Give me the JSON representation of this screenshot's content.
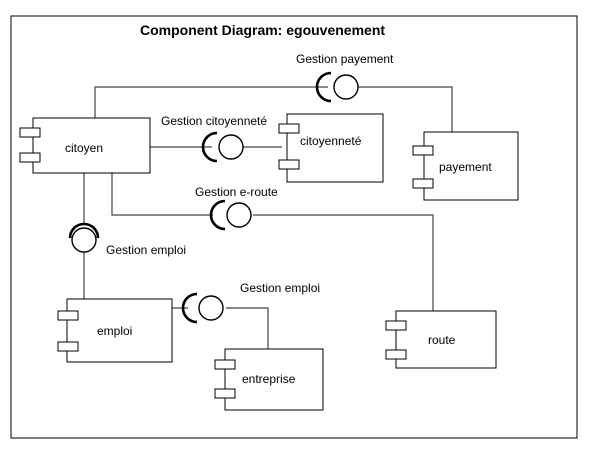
{
  "diagram": {
    "title": "Component Diagram: egouvenement",
    "components": {
      "citoyen": "citoyen",
      "citoyennete": "citoyenneté",
      "payement": "payement",
      "emploi": "emploi",
      "entreprise": "entreprise",
      "route": "route"
    },
    "interfaces": {
      "gestion_payement": "Gestion payement",
      "gestion_citoyennete": "Gestion citoyenneté",
      "gestion_eroute": "Gestion e-route",
      "gestion_emploi_1": "Gestion emploi",
      "gestion_emploi_2": "Gestion emploi"
    }
  }
}
